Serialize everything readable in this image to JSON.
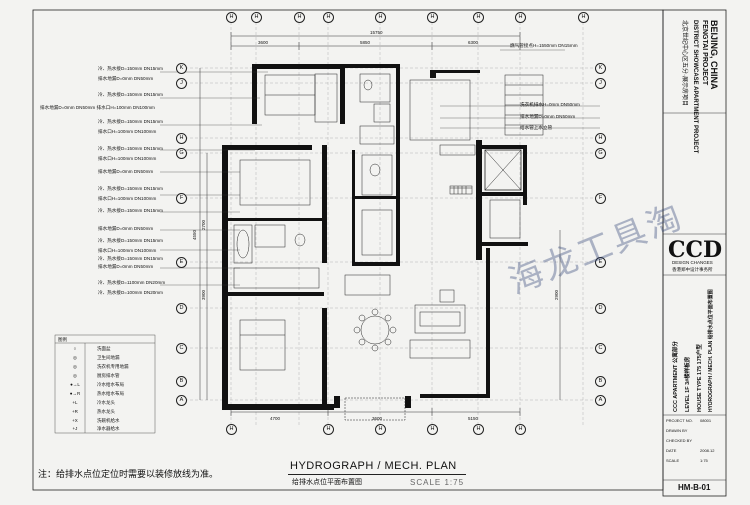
{
  "drawing": {
    "title_en": "HYDROGRAPH / MECH. PLAN",
    "title_cn": "给排水点位平面布置图",
    "scale": "SCALE 1:75",
    "footnote": "注：给排水点位定位时需要以装修放线为准。",
    "watermark": "海龙工具淘",
    "dimensions": {
      "top_total": "15750",
      "top_left": "3600",
      "top_mid": "5850",
      "top_right": "6300",
      "bottom_left": "4700",
      "bottom_mid": "3600",
      "bottom_right": "5150",
      "left_mid": "4550",
      "left_a": "3900",
      "left_b": "2700",
      "right_b": "2900"
    }
  },
  "grid_rows": [
    "K",
    "J",
    "H",
    "G",
    "F",
    "E",
    "D",
    "C",
    "B",
    "A"
  ],
  "grid_cols_top": [
    "H",
    "H",
    "H",
    "H",
    "H",
    "H",
    "H",
    "H",
    "H"
  ],
  "grid_cols_bottom": [
    "H",
    "H",
    "H",
    "H",
    "H",
    "H"
  ],
  "specs_left": [
    {
      "line1": "冷、热水接D=150mm  DN15mm",
      "line2": "排水地漏D=0mm  DN50mm"
    },
    {
      "line1": "冷、热水接D=150mm  DN15mm",
      "line2": "排水地漏D=0mm  DN50mm  排水口H=100mm  DN100mm"
    },
    {
      "line1": "冷、热水接D=150mm  DN15mm",
      "line2": "排水口H=100mm  DN100mm"
    },
    {
      "line1": "冷、热水接D=150mm  DN15mm",
      "line2": "排水口H=100mm  DN100mm"
    },
    {
      "line1": "排水地漏D=0mm  DN50mm",
      "line2": ""
    },
    {
      "line1": "冷、热水接D=150mm  DN15mm",
      "line2": "排水口H=100mm  DN100mm"
    },
    {
      "line1": "冷、热水接D=150mm  DN15mm",
      "line2": "排水地漏D=0mm  DN50mm"
    },
    {
      "line1": "冷、热水接D=150mm  DN15mm",
      "line2": "排水口H=100mm  DN100mm"
    },
    {
      "line1": "冷、热水接D=150mm  DN15mm",
      "line2": "排水地漏D=0mm  DN50mm"
    },
    {
      "line1": "冷、热水接D=1100mm  DN20mm",
      "line2": "冷、热水接D=100mm  DN20mm"
    }
  ],
  "specs_right": [
    {
      "text": "燃气管接点H=1550mm  DN15mm"
    },
    {
      "text": "洗衣机排水H=0mm  DN50mm"
    },
    {
      "text": "排水地漏D=0mm  DN50mm"
    },
    {
      "text": "给水管上水立管"
    }
  ],
  "legend": {
    "header": "图例",
    "rows": [
      {
        "symbol": "○",
        "label": "洗面盆"
      },
      {
        "symbol": "◎",
        "label": "卫生间地漏"
      },
      {
        "symbol": "◎",
        "label": "洗衣机专用地漏"
      },
      {
        "symbol": "◎",
        "label": "厨房排水管"
      },
      {
        "symbol": "●→L",
        "label": "冷水给水布局"
      },
      {
        "symbol": "●→R",
        "label": "热水给水布局"
      },
      {
        "symbol": "+L",
        "label": "冷水龙头"
      },
      {
        "symbol": "+R",
        "label": "热水龙头"
      },
      {
        "symbol": "+X",
        "label": "洗碗机给水"
      },
      {
        "symbol": "+J",
        "label": "净水器给水"
      }
    ]
  },
  "title_block": {
    "project_cn": "北京世纪中心区五分·展示房项目",
    "project_en_1": "DISTRICT SHOWCASE APARTMENT PROJECT",
    "project_en_2": "FENGTAI PROJECT",
    "city": "BEIJING, CHINA",
    "firm_logo": "CCD",
    "firm_sub": "DESIGN CHANGES",
    "firm_cn": "香港郑中设计事务所",
    "unit_1": "CCC APARTMENT  公寓部分",
    "unit_2": "LEVEL 1F  3#楼样板房",
    "unit_3": "HOUSE TYPE 175  175户型",
    "unit_4": "HYDROGRAPH / MECH. PLAN  给排水点位平面布置图",
    "label_project_no": "PROJECT NO.",
    "project_no": "08001",
    "label_drawn": "DRAWN BY",
    "label_checked": "CHECKED BY",
    "label_date": "DATE",
    "date": "2008.12",
    "label_scale": "SCALE",
    "scale_val": "1:75",
    "drawing_no": "HM-B-01"
  },
  "colors": {
    "background": "#f3f3f1",
    "line": "#1a1a1a",
    "wall": "#111111",
    "watermark": "#23376e"
  }
}
